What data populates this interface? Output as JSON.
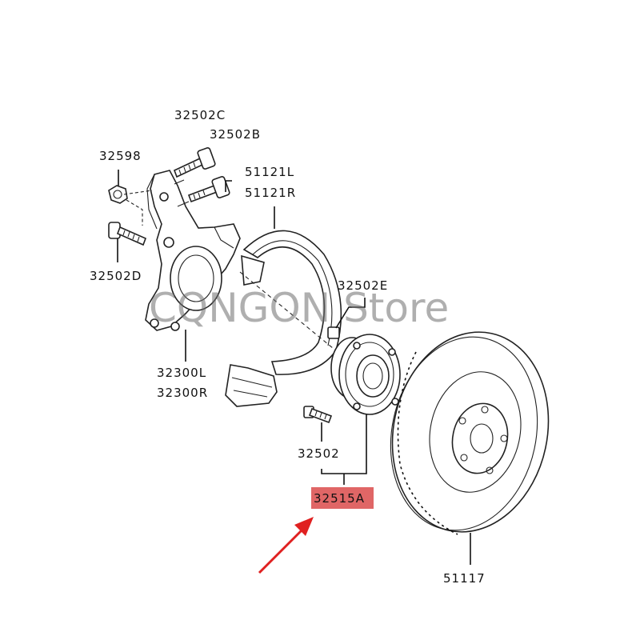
{
  "watermark": "CQNGON  Store",
  "highlight_color": "#e06666",
  "arrow_color": "#e02020",
  "labels": {
    "p32502C": "32502C",
    "p32502B": "32502B",
    "p32598": "32598",
    "p51121L": "51121L",
    "p51121R": "51121R",
    "p32502D": "32502D",
    "p32502E": "32502E",
    "p32300L": "32300L",
    "p32300R": "32300R",
    "p32502": "32502",
    "p32515A": "32515A",
    "p51117": "51117"
  }
}
